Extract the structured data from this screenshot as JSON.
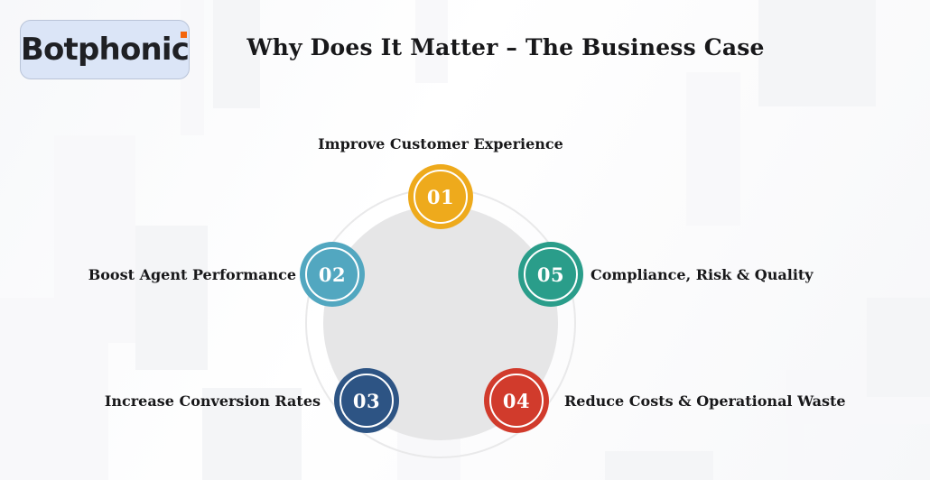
{
  "slide": {
    "title": "Why Does It Matter – The Business Case",
    "background_color": "#fafafb"
  },
  "logo": {
    "wordmark": "Botphonic",
    "badge_fill": "#dbe5f7",
    "badge_border": "#b9c4d8",
    "text_color": "#1f2024",
    "accent_dot_color": "#f4650c"
  },
  "diagram": {
    "type": "circular-cycle",
    "center_disc_color": "#e6e6e7",
    "outer_ring_color": "#e9e9ea",
    "nodes": [
      {
        "number": "01",
        "label": "Improve Customer Experience",
        "color": "#eeaa1c",
        "position": "top"
      },
      {
        "number": "02",
        "label": "Boost Agent Performance",
        "color": "#52a7c0",
        "position": "left-upper"
      },
      {
        "number": "03",
        "label": "Increase Conversion Rates",
        "color": "#2d5484",
        "position": "left-lower"
      },
      {
        "number": "04",
        "label": "Reduce Costs & Operational Waste",
        "color": "#d13b2c",
        "position": "right-lower"
      },
      {
        "number": "05",
        "label": "Compliance, Risk & Quality",
        "color": "#2a9d8a",
        "position": "right-upper"
      }
    ]
  }
}
